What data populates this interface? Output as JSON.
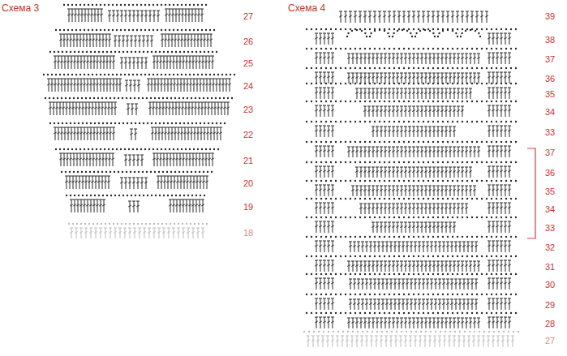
{
  "diagram": {
    "labels": [
      "Схема 3",
      "27",
      "26",
      "25",
      "24",
      "23",
      "22",
      "21",
      "20",
      "19",
      "18",
      "Схема 4",
      "39",
      "38",
      "37",
      "36",
      "35",
      "34",
      "33",
      "37",
      "36",
      "35",
      "34",
      "33",
      "32",
      "31",
      "30",
      "29",
      "28",
      "27"
    ]
  }
}
